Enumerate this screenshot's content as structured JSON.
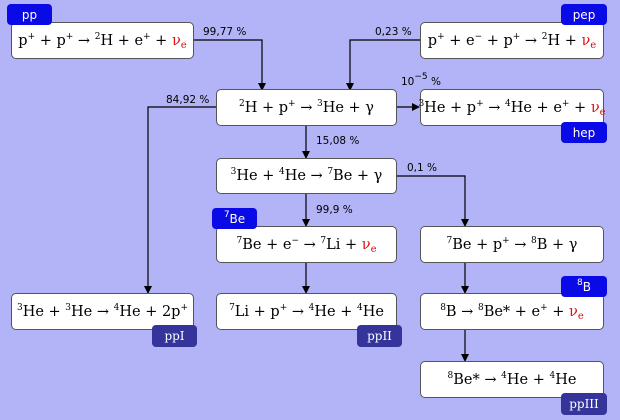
{
  "reactions": {
    "r1": "p⁺ + p⁺ → ²H + e⁺ + νₑ",
    "r2": "p⁺ + e⁻ + p⁺ → ²H + νₑ",
    "r3": "²H + p⁺ → ³He + γ",
    "r4": "³He + p⁺ → ⁴He + e⁺ + νₑ",
    "r5": "³He + ⁴He → ⁷Be + γ",
    "r6": "⁷Be + e⁻ → ⁷Li + νₑ",
    "r7": "⁷Be + p⁺ → ⁸B + γ",
    "r8": "³He + ³He → ⁴He + 2p⁺",
    "r9": "⁷Li + p⁺ → ⁴He + ⁴He",
    "r10": "⁸B → ⁸Be* + e⁺ + νₑ",
    "r11": "⁸Be* → ⁴He + ⁴He"
  },
  "tags": {
    "pp": "pp",
    "pep": "pep",
    "hep": "hep",
    "be7": "⁷Be",
    "b8": "⁸B",
    "ppI": "ppI",
    "ppII": "ppII",
    "ppIII": "ppIII"
  },
  "branches": {
    "pp_to_d": "99,77 %",
    "pep_to_d": "0,23 %",
    "he3_to_hep": "10⁻⁵ %",
    "he3_ppI": "84,92 %",
    "he3_he4": "15,08 %",
    "be7_p": "0,1 %",
    "be7_e": "99,9 %"
  },
  "colors": {
    "background": "#b3b3f7",
    "tag_blue": "#0a0ae6",
    "tag_dark": "#34349a",
    "neutrino": "#e01010"
  }
}
